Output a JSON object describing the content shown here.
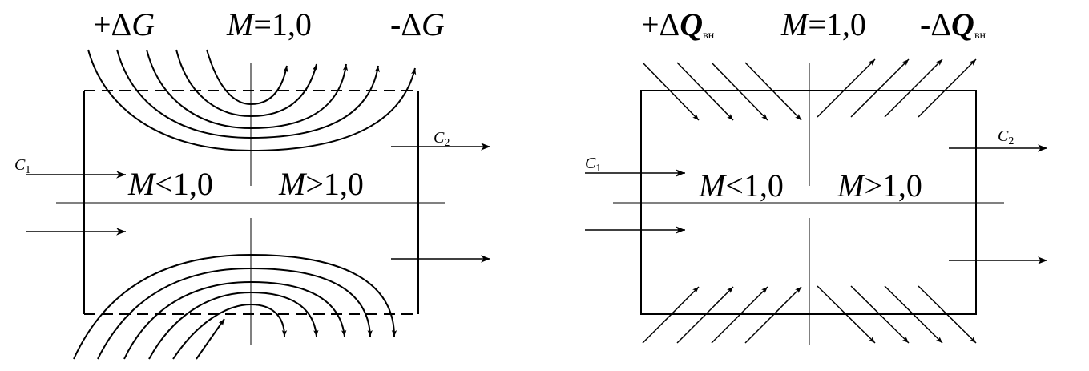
{
  "left": {
    "top_left_label": {
      "prefix": "+Δ",
      "symbol": "G"
    },
    "top_mid_label": {
      "symbol": "M",
      "rest": "=1,0"
    },
    "top_right_label": {
      "prefix": "-Δ",
      "symbol": "G"
    },
    "inlet_velocity": {
      "symbol": "C",
      "sub": "1"
    },
    "outlet_velocity": {
      "symbol": "C",
      "sub": "2"
    },
    "subsonic": {
      "symbol": "M",
      "rest": "<1,0"
    },
    "supersonic": {
      "symbol": "M",
      "rest": ">1,0"
    }
  },
  "right": {
    "top_left_label": {
      "prefix": "+Δ",
      "symbol": "Q",
      "sub": "вн"
    },
    "top_mid_label": {
      "symbol": "M",
      "rest": "=1,0"
    },
    "top_right_label": {
      "prefix": "-Δ",
      "symbol": "Q",
      "sub": "вн"
    },
    "inlet_velocity": {
      "symbol": "C",
      "sub": "1"
    },
    "outlet_velocity": {
      "symbol": "C",
      "sub": "2"
    },
    "subsonic": {
      "symbol": "M",
      "rest": "<1,0"
    },
    "supersonic": {
      "symbol": "M",
      "rest": ">1,0"
    }
  },
  "colors": {
    "ink": "#000000",
    "background": "#ffffff"
  }
}
